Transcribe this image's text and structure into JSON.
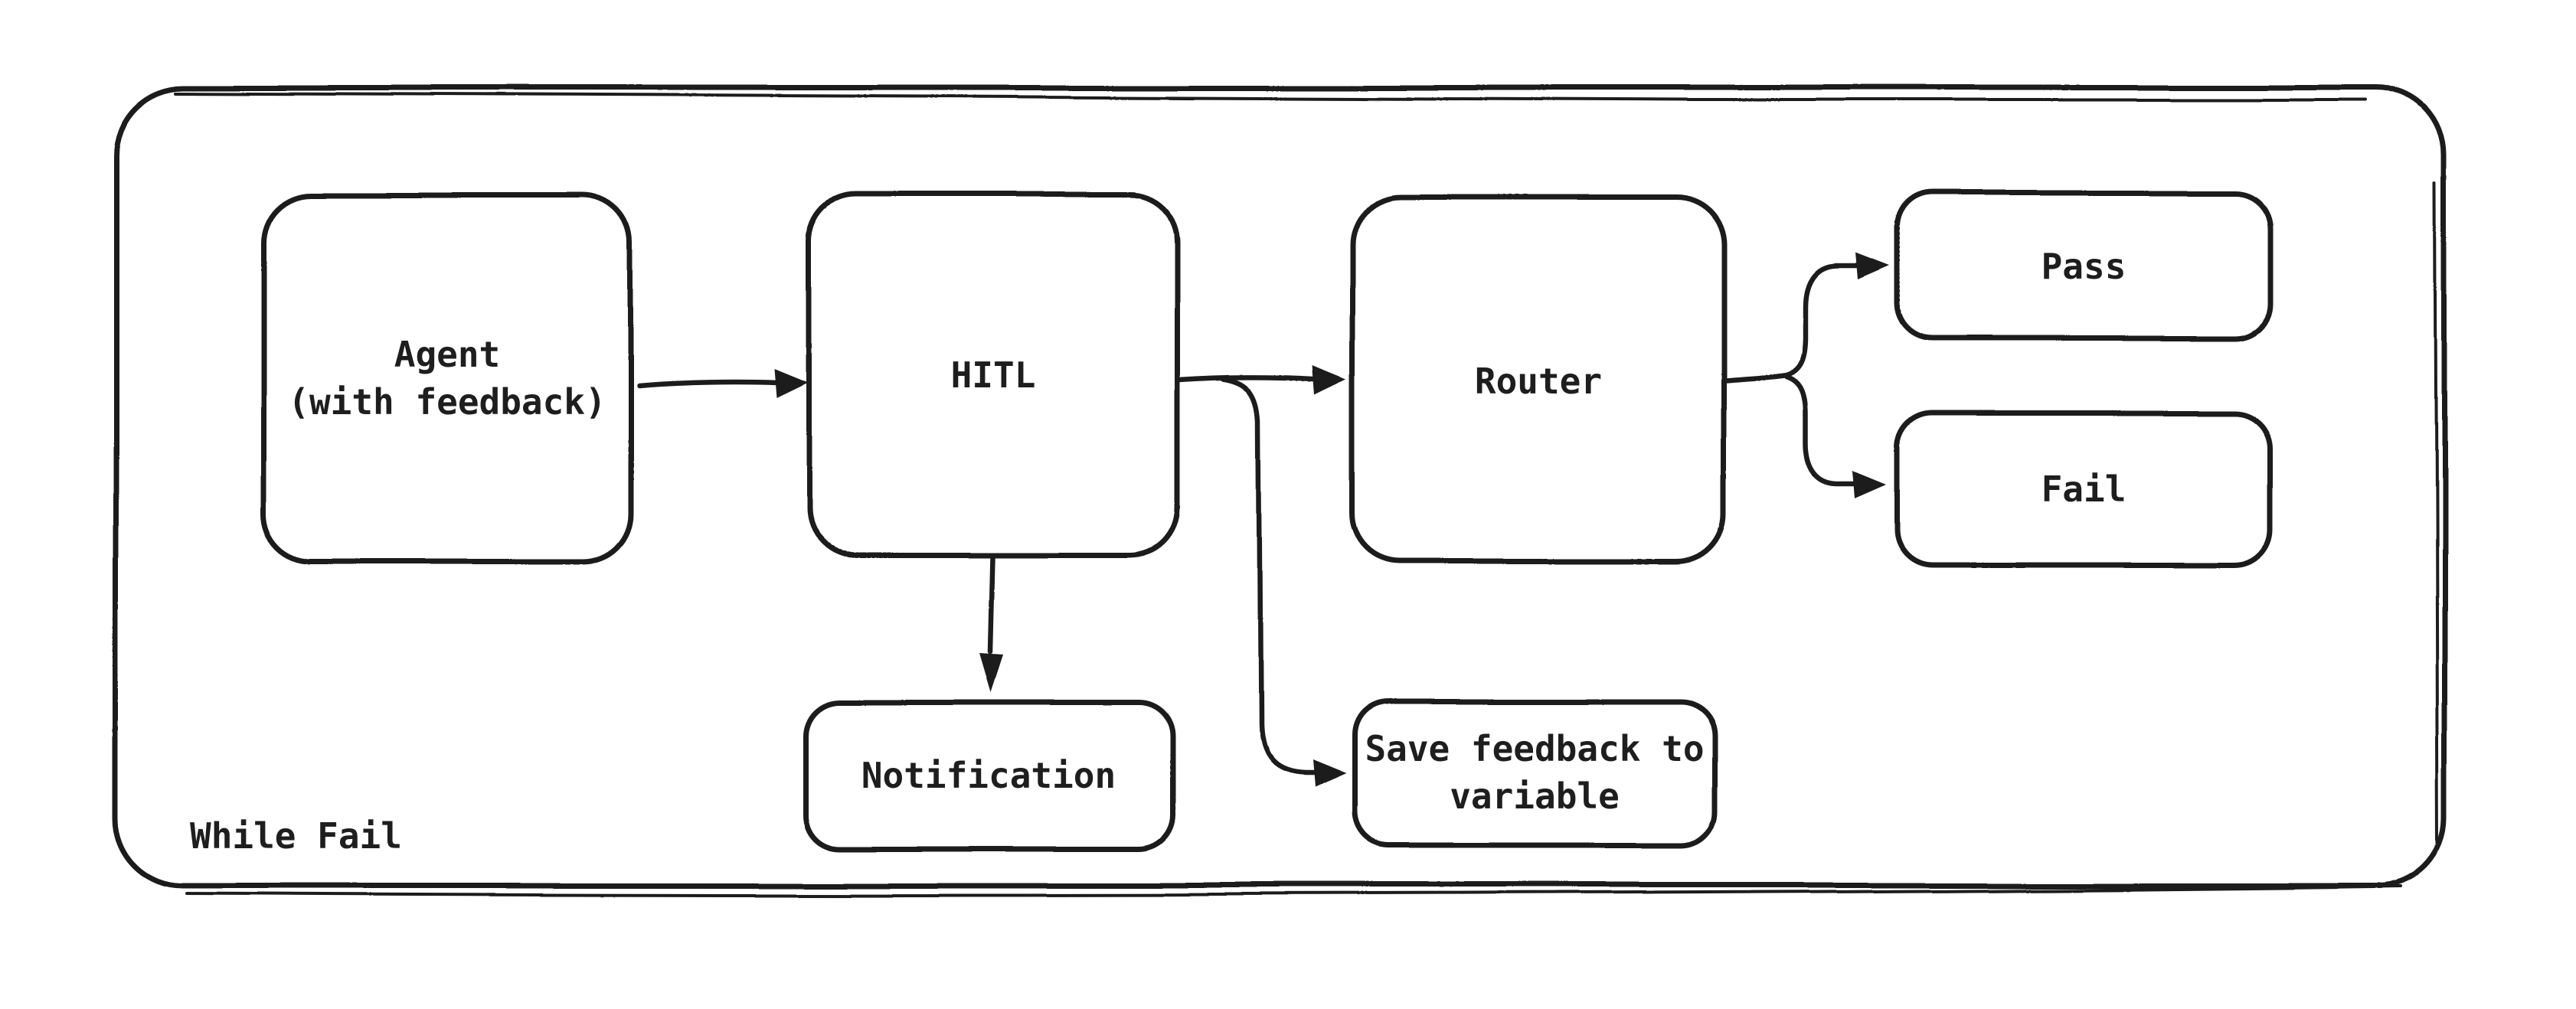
{
  "diagram": {
    "type": "flowchart",
    "style": "hand-drawn",
    "stroke_color": "#1e1e1e",
    "background_color": "#ffffff",
    "container": {
      "label": "While Fail"
    },
    "nodes": {
      "agent": {
        "lines": [
          "Agent",
          "(with feedback)"
        ]
      },
      "hitl": {
        "label": "HITL"
      },
      "router": {
        "label": "Router"
      },
      "pass": {
        "label": "Pass"
      },
      "fail": {
        "label": "Fail"
      },
      "notification": {
        "label": "Notification"
      },
      "save_feedback": {
        "lines": [
          "Save feedback to",
          "variable"
        ]
      }
    },
    "edges": [
      {
        "from": "agent",
        "to": "hitl"
      },
      {
        "from": "hitl",
        "to": "router"
      },
      {
        "from": "hitl",
        "to": "notification"
      },
      {
        "from": "hitl-router-line",
        "to": "save_feedback"
      },
      {
        "from": "router",
        "to": "pass"
      },
      {
        "from": "router",
        "to": "fail"
      }
    ]
  }
}
